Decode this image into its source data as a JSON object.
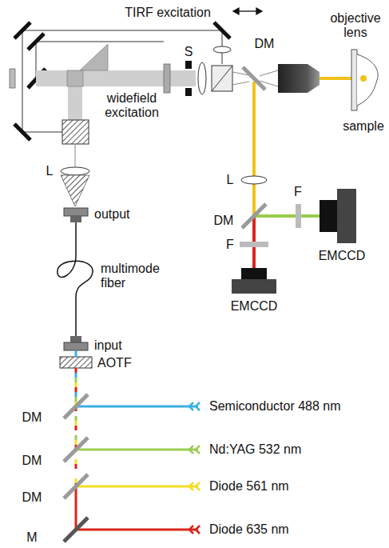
{
  "diagram": {
    "labels": [
      "TIRF excitation",
      "objective lens",
      "DM",
      "S",
      "widefield excitation",
      "sample",
      "L",
      "L",
      "F",
      "DM",
      "EMCCD",
      "output",
      "F",
      "multimode fiber",
      "EMCCD",
      "input",
      "AOTF",
      "DM",
      "Semiconductor 488 nm",
      "DM",
      "Nd:YAG 532 nm",
      "DM",
      "Diode 561 nm",
      "M",
      "Diode 635 nm"
    ]
  }
}
